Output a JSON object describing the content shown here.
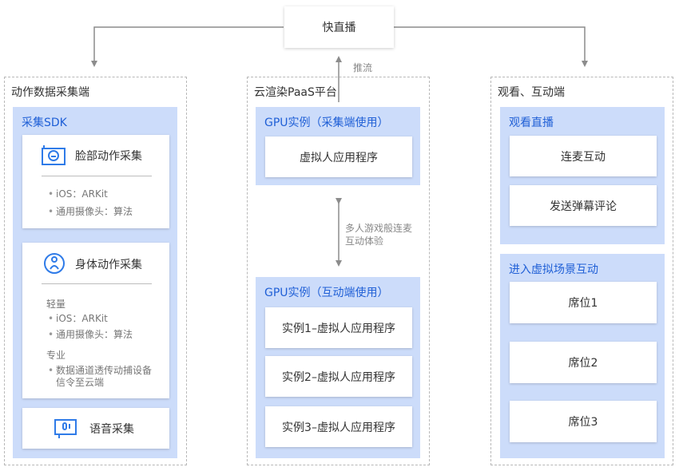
{
  "top": {
    "title": "快直播"
  },
  "push_label": "推流",
  "left": {
    "title": "动作数据采集端",
    "sdk": {
      "title": "采集SDK",
      "face": {
        "title": "脸部动作采集",
        "icon": "face-capture-icon",
        "items": [
          "iOS：ARKit",
          "通用摄像头：算法"
        ]
      },
      "body": {
        "title": "身体动作采集",
        "icon": "body-capture-icon",
        "light_label": "轻量",
        "light_items": [
          "iOS：ARKit",
          "通用摄像头：算法"
        ],
        "pro_label": "专业",
        "pro_items": [
          "数据通道透传动捕设备",
          "信令至云端"
        ]
      },
      "voice": {
        "title": "语音采集",
        "icon": "voice-capture-icon"
      }
    }
  },
  "middle": {
    "title": "云渲染PaaS平台",
    "gpu_capture": {
      "title": "GPU实例（采集端使用）",
      "app": "虚拟人应用程序"
    },
    "link_label_line1": "多人游戏般连麦",
    "link_label_line2": "互动体验",
    "gpu_interact": {
      "title": "GPU实例（互动端使用）",
      "instances": [
        "实例1–虚拟人应用程序",
        "实例2–虚拟人应用程序",
        "实例3–虚拟人应用程序"
      ]
    }
  },
  "right": {
    "title": "观看、互动端",
    "watch": {
      "title": "观看直播",
      "items": [
        "连麦互动",
        "发送弹幕评论"
      ]
    },
    "scene": {
      "title": "进入虚拟场景互动",
      "seats": [
        "席位1",
        "席位2",
        "席位3"
      ]
    }
  },
  "colors": {
    "panel": "#ccdcfa",
    "accent": "#1f5fd6",
    "icon": "#2f7be8",
    "arrow": "#8c8c8c"
  }
}
